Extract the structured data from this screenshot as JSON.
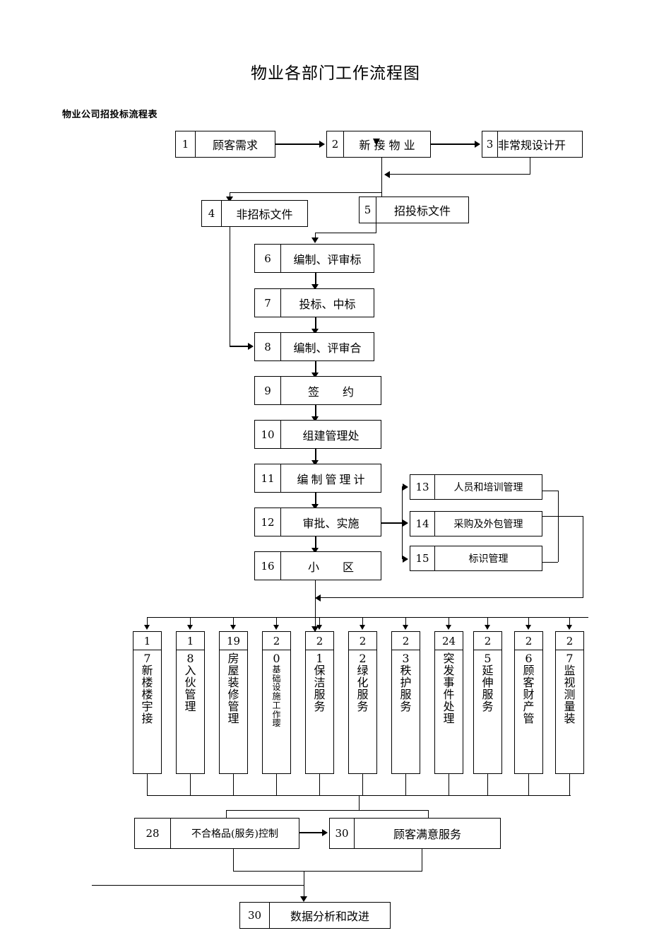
{
  "document": {
    "title": "物业各部门工作流程图",
    "subtitle": "物业公司招投标流程表"
  },
  "nodes": [
    {
      "id": "n1",
      "num": "1",
      "label": "顾客需求"
    },
    {
      "id": "n2",
      "num": "2",
      "label": "新 接 物 业"
    },
    {
      "id": "n3",
      "num": "3",
      "label": "非常规设计开"
    },
    {
      "id": "n4",
      "num": "4",
      "label": "非招标文件"
    },
    {
      "id": "n5",
      "num": "5",
      "label": "招投标文件"
    },
    {
      "id": "n6",
      "num": "6",
      "label": "编制、评审标"
    },
    {
      "id": "n7",
      "num": "7",
      "label": "投标、中标"
    },
    {
      "id": "n8",
      "num": "8",
      "label": "编制、评审合"
    },
    {
      "id": "n9",
      "num": "9",
      "label": "签    约"
    },
    {
      "id": "n10",
      "num": "10",
      "label": "组建管理处"
    },
    {
      "id": "n11",
      "num": "11",
      "label": "编制管理计"
    },
    {
      "id": "n12",
      "num": "12",
      "label": "审批、实施"
    },
    {
      "id": "n13",
      "num": "13",
      "label": "人员和培训管理"
    },
    {
      "id": "n14",
      "num": "14",
      "label": "采购及外包管理"
    },
    {
      "id": "n15",
      "num": "15",
      "label": "标识管理"
    },
    {
      "id": "n16",
      "num": "16",
      "label": "小     区"
    },
    {
      "id": "n28",
      "num": "28",
      "label": "不合格品(服务)控制"
    },
    {
      "id": "n30a",
      "num": "30",
      "label": "顾客满意服务"
    },
    {
      "id": "n30b",
      "num": "30",
      "label": "数据分析和改进"
    }
  ],
  "service_nodes": [
    {
      "id": "v17",
      "num_top": "1",
      "num_rest": "7",
      "chars": [
        "新",
        "楼",
        "楼",
        "宇",
        "接"
      ],
      "small": false
    },
    {
      "id": "v18",
      "num_top": "1",
      "num_rest": "8",
      "chars": [
        "入",
        "伙",
        "管",
        "理"
      ],
      "small": false
    },
    {
      "id": "v19",
      "num_top": "19",
      "num_rest": "",
      "chars": [
        "房",
        "屋",
        "装",
        "修",
        "管",
        "理"
      ],
      "small": false
    },
    {
      "id": "v20",
      "num_top": "2",
      "num_rest": "0",
      "chars": [
        "基",
        "础",
        "设",
        "施",
        "工",
        "作",
        "璎"
      ],
      "small": true
    },
    {
      "id": "v21",
      "num_top": "2",
      "num_rest": "1",
      "chars": [
        "保",
        "洁",
        "服",
        "务"
      ],
      "small": false
    },
    {
      "id": "v22",
      "num_top": "2",
      "num_rest": "2",
      "chars": [
        "绿",
        "化",
        "服",
        "务"
      ],
      "small": false
    },
    {
      "id": "v23",
      "num_top": "2",
      "num_rest": "3",
      "chars": [
        "秩",
        "护",
        "服",
        "务"
      ],
      "small": false
    },
    {
      "id": "v24",
      "num_top": "24",
      "num_rest": "",
      "chars": [
        "突",
        "发",
        "事",
        "件",
        "处",
        "理"
      ],
      "small": false
    },
    {
      "id": "v25",
      "num_top": "2",
      "num_rest": "5",
      "chars": [
        "延",
        "伸",
        "服",
        "务"
      ],
      "small": false
    },
    {
      "id": "v26",
      "num_top": "2",
      "num_rest": "6",
      "chars": [
        "顾",
        "客",
        "财",
        "产",
        "管"
      ],
      "small": false
    },
    {
      "id": "v27",
      "num_top": "2",
      "num_rest": "7",
      "chars": [
        "监",
        "视",
        "测",
        "量",
        "装"
      ],
      "small": false
    }
  ],
  "colors": {
    "stroke": "#000000",
    "background": "#ffffff",
    "text": "#000000"
  }
}
